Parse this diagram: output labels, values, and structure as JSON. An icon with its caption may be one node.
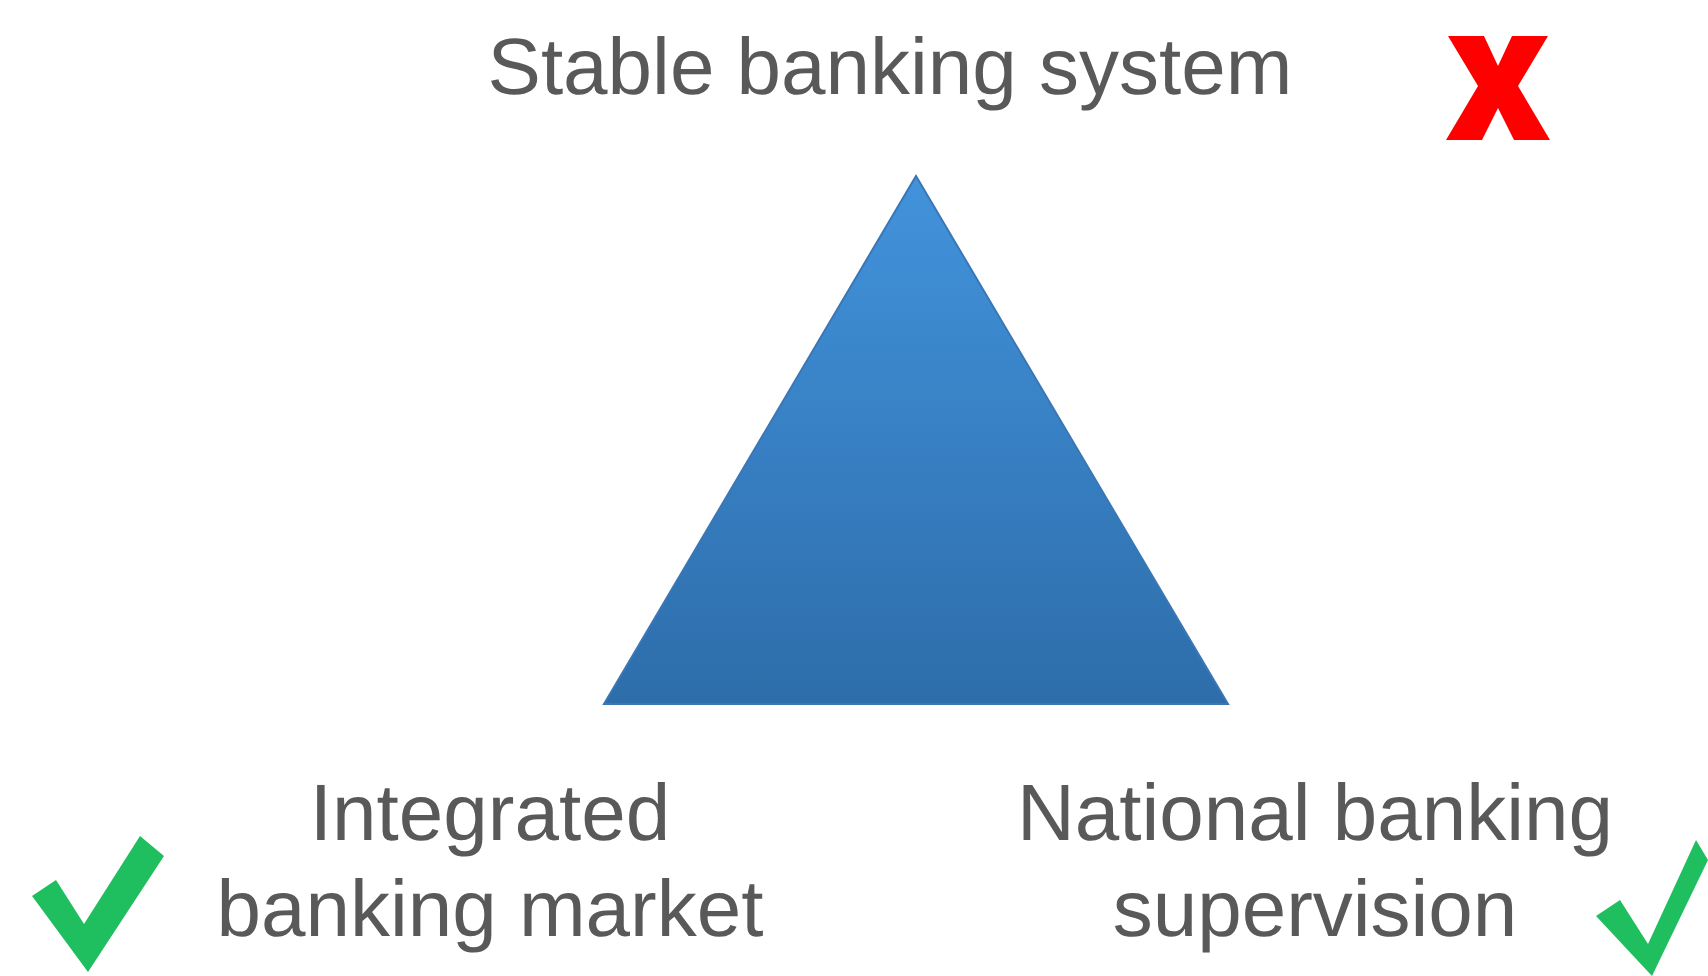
{
  "diagram": {
    "nodes": [
      {
        "text": [],
        "shape": "triangle"
      }
    ],
    "labels": [
      "Stable banking system",
      "Integrated banking market",
      "National banking supervision"
    ]
  }
}
